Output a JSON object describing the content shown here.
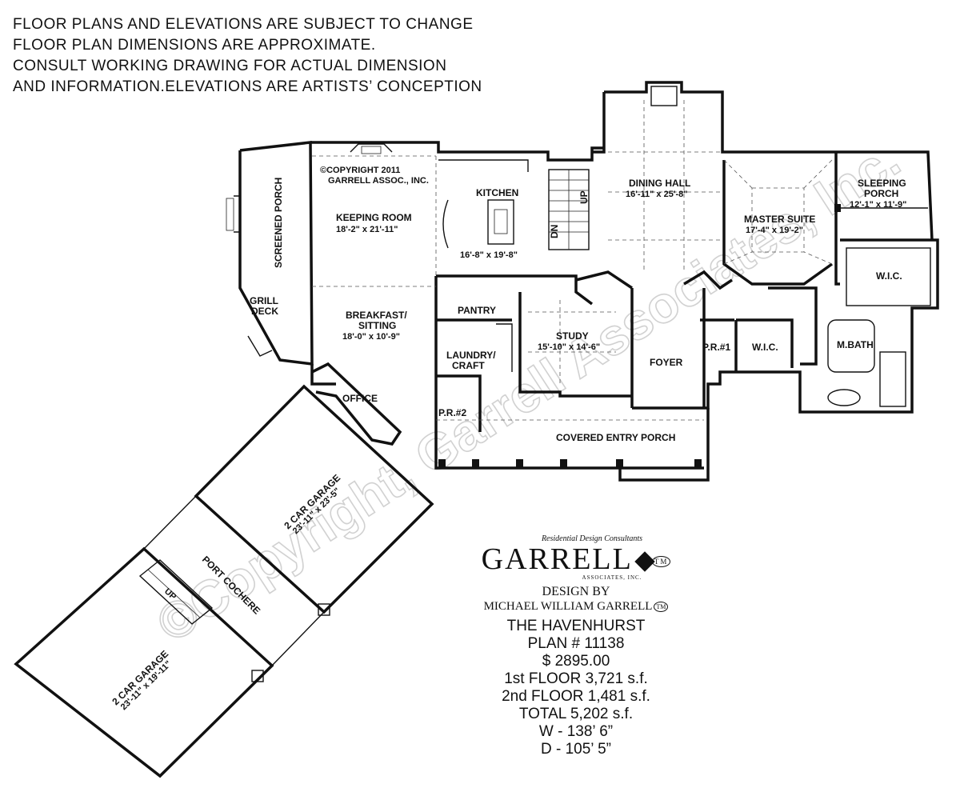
{
  "disclaimer": [
    "FLOOR PLANS AND ELEVATIONS ARE SUBJECT TO CHANGE",
    "FLOOR PLAN DIMENSIONS ARE APPROXIMATE.",
    "CONSULT WORKING DRAWING FOR ACTUAL DIMENSION",
    "AND INFORMATION.ELEVATIONS ARE ARTISTS’ CONCEPTION"
  ],
  "copyright_note": [
    "©COPYRIGHT 2011",
    "GARRELL ASSOC., INC."
  ],
  "rooms": {
    "screened_porch": "SCREENED PORCH",
    "grill_deck": [
      "GRILL",
      "DECK"
    ],
    "keeping_room": {
      "name": "KEEPING ROOM",
      "dim": "18'-2\" x 21'-11\""
    },
    "kitchen": {
      "name": "KITCHEN",
      "dim": "16'-8\" x 19'-8\""
    },
    "breakfast": {
      "name": [
        "BREAKFAST/",
        "SITTING"
      ],
      "dim": "18'-0\" x 10'-9\""
    },
    "pantry": "PANTRY",
    "laundry": [
      "LAUNDRY/",
      "CRAFT"
    ],
    "study": {
      "name": "STUDY",
      "dim": "15'-10\" x 14'-6\""
    },
    "dining_hall": {
      "name": "DINING HALL",
      "dim": "16'-11\" x 25'-8\""
    },
    "master_suite": {
      "name": "MASTER SUITE",
      "dim": "17'-4\" x 19'-2\""
    },
    "sleeping_porch": {
      "name": [
        "SLEEPING",
        "PORCH"
      ],
      "dim": "12'-1\" x 11'-9\""
    },
    "wic_master": "W.I.C.",
    "wic_second": "W.I.C.",
    "m_bath": "M.BATH",
    "foyer": "FOYER",
    "pr1": "P.R.#1",
    "pr2": "P.R.#2",
    "office": "OFFICE",
    "covered_entry_porch": "COVERED ENTRY PORCH",
    "garage_upper": {
      "name": "2 CAR GARAGE",
      "dim": "23'-11\" x 23'-5\""
    },
    "port_cochere": "PORT COCHERE",
    "garage_lower": {
      "name": "2 CAR GARAGE",
      "dim": "23'-11\" x 19'-11\""
    },
    "stair_dn": "DN",
    "stair_up": "UP",
    "garage_stair_up": "UP"
  },
  "watermark": "©Copyright, Garrell Associates, Inc.",
  "info": {
    "tagline": "Residential Design Consultants",
    "logo": "GARRELL",
    "logo_tm": "TM",
    "logo_sub": "ASSOCIATES, INC.",
    "design_by": "DESIGN BY",
    "designer": "MICHAEL WILLIAM GARRELL",
    "designer_tm": "TM",
    "plan_name": "THE HAVENHURST",
    "plan_number": "PLAN # 11138",
    "price": "$ 2895.00",
    "first_floor": "1st FLOOR  3,721 s.f.",
    "second_floor": "2nd FLOOR  1,481 s.f.",
    "total": "TOTAL 5,202 s.f.",
    "width": "W - 138’  6”",
    "depth": "D - 105’  5”"
  },
  "colors": {
    "ink": "#111111",
    "watermark": "#c9c9c9",
    "background": "#ffffff"
  }
}
